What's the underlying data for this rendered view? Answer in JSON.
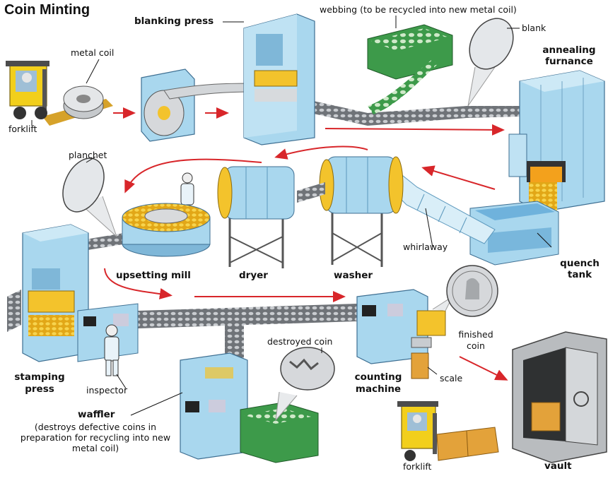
{
  "title": "Coin Minting",
  "colors": {
    "machine_blue": "#a9d7ee",
    "machine_dark": "#5a97bc",
    "conveyor": "#6f7378",
    "coin_gold": "#f3c32c",
    "arrow_red": "#d8262a",
    "bin_green": "#3d9a4a",
    "forklift_yellow": "#f2cf1c"
  },
  "labels": {
    "metal_coil": "metal coil",
    "forklift_1": "forklift",
    "blanking_press": "blanking press",
    "webbing": "webbing (to be recycled into new metal coil)",
    "blank": "blank",
    "annealing_furnace_1": "annealing",
    "annealing_furnace_2": "furnance",
    "planchet": "planchet",
    "upsetting_mill": "upsetting mill",
    "dryer": "dryer",
    "washer": "washer",
    "whirlaway": "whirlaway",
    "quench_tank_1": "quench",
    "quench_tank_2": "tank",
    "stamping_press_1": "stamping",
    "stamping_press_2": "press",
    "inspector": "inspector",
    "waffler": "waffler",
    "waffler_desc": "(destroys defective coins in preparation for recycling into new metal coil)",
    "destroyed_coin": "destroyed coin",
    "counting_machine_1": "counting",
    "counting_machine_2": "machine",
    "finished_coin_1": "finished",
    "finished_coin_2": "coin",
    "scale": "scale",
    "forklift_2": "forklift",
    "vault": "vault"
  }
}
